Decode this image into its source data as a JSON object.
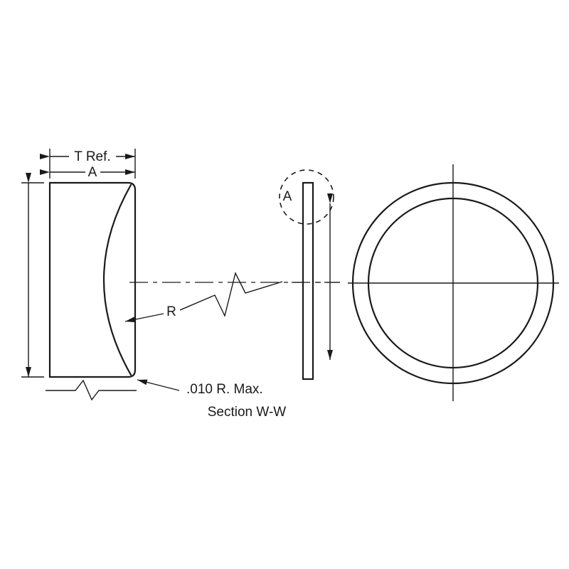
{
  "drawing": {
    "caption": "Section W-W",
    "labels": {
      "t_ref": "T Ref.",
      "a_width": "A",
      "radius": "R",
      "corner_radius_note": ".010 R. Max.",
      "detail_a": "A"
    },
    "colors": {
      "line": "#1a1a1a",
      "background": "#ffffff"
    }
  }
}
